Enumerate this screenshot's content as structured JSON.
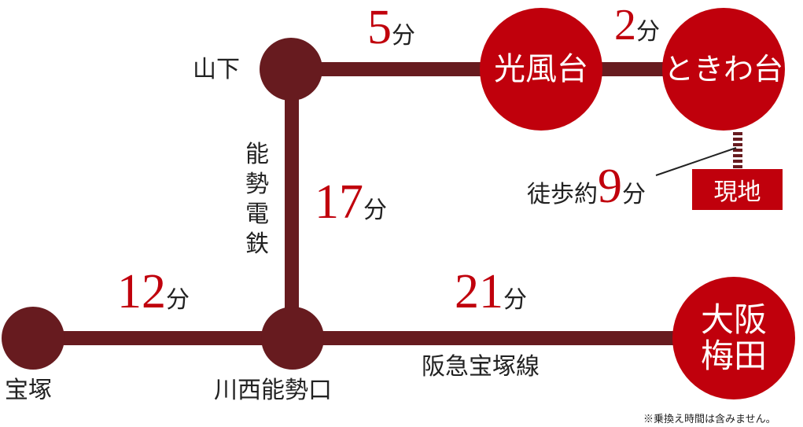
{
  "colors": {
    "line": "#671b1f",
    "highlight": "#c0000c",
    "text": "#222222"
  },
  "stations": {
    "yamashita": "山下",
    "kofudai": "光風台",
    "tokiwadai": "ときわ台",
    "kawanishi_noseguchi": "川西能勢口",
    "takarazuka": "宝塚",
    "osaka_umeda_line1": "大阪",
    "osaka_umeda_line2": "梅田"
  },
  "lines": {
    "nose_electric": "能勢電鉄",
    "hankyu_takarazuka": "阪急宝塚線"
  },
  "times": {
    "yamashita_kofudai": {
      "value": "5",
      "unit": "分"
    },
    "kofudai_tokiwadai": {
      "value": "2",
      "unit": "分"
    },
    "kawanishi_yamashita": {
      "value": "17",
      "unit": "分"
    },
    "takarazuka_kawanishi": {
      "value": "12",
      "unit": "分"
    },
    "kawanishi_umeda": {
      "value": "21",
      "unit": "分"
    }
  },
  "walk": {
    "prefix": "徒歩約",
    "value": "9",
    "unit": "分"
  },
  "site": {
    "label": "現地"
  },
  "note": "※乗換え時間は含みません。"
}
